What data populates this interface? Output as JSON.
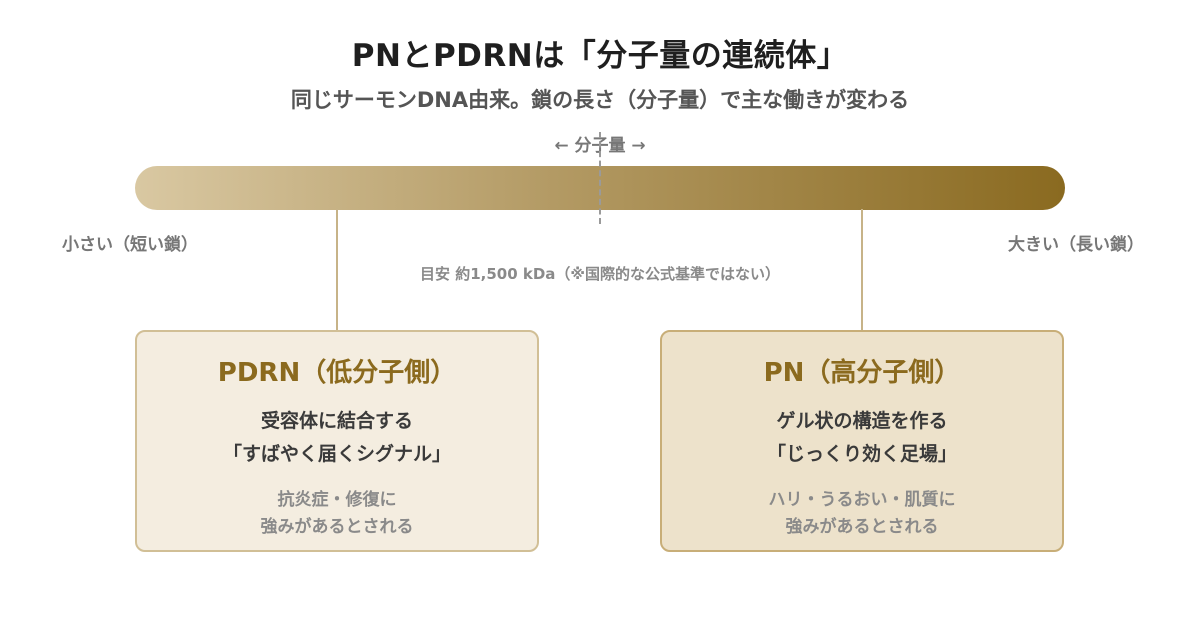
{
  "header": {
    "title": "PNとPDRNは「分子量の連続体」",
    "subtitle": "同じサーモンDNA由来。鎖の長さ（分子量）で主な働きが変わる"
  },
  "axis": {
    "label": "← 分子量 →",
    "left_end": "小さい（短い鎖）",
    "right_end": "大きい（長い鎖）",
    "threshold_note": "目安 約1,500 kDa（※国際的な公式基準ではない）",
    "gradient_start_color": "#d9c8a2",
    "gradient_end_color": "#8a6a20"
  },
  "cards": {
    "pdrn": {
      "title": "PDRN（低分子側）",
      "line1": "受容体に結合する",
      "line2": "「すばやく届くシグナル」",
      "note1": "抗炎症・修復に",
      "note2": "強みがあるとされる"
    },
    "pn": {
      "title": "PN（高分子側）",
      "line1": "ゲル状の構造を作る",
      "line2": "「じっくり効く足場」",
      "note1": "ハリ・うるおい・肌質に",
      "note2": "強みがあるとされる"
    }
  }
}
